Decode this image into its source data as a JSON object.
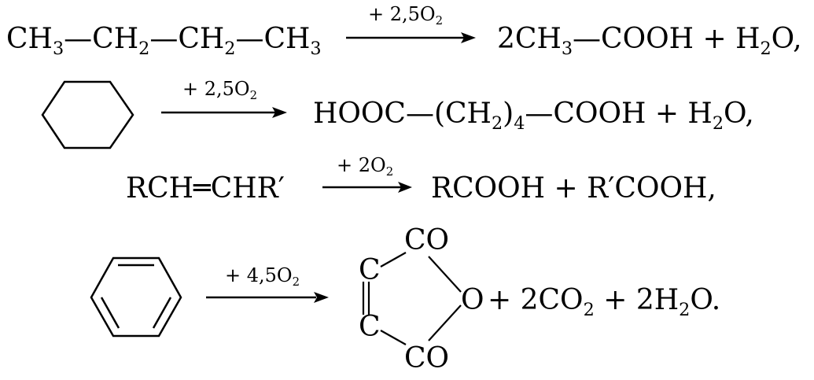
{
  "reactions": [
    {
      "reactant": [
        "CH",
        "3",
        "—CH",
        "2",
        "—CH",
        "2",
        "—CH",
        "3"
      ],
      "oxidant": [
        "+ 2,5O",
        "2"
      ],
      "product": [
        "2CH",
        "3",
        "—COOH + H",
        "2",
        "O,"
      ]
    },
    {
      "reactant_icon": "cyclohexane-ring",
      "oxidant": [
        "+ 2,5O",
        "2"
      ],
      "product": [
        "HOOC—(CH",
        "2",
        ")",
        "4",
        "—COOH + H",
        "2",
        "O,"
      ]
    },
    {
      "reactant": [
        "RCH═CHR′"
      ],
      "oxidant": [
        "+ 2O",
        "2"
      ],
      "product": [
        "RCOOH + R′COOH,"
      ]
    },
    {
      "reactant_icon": "benzene-ring",
      "oxidant": [
        "+ 4,5O",
        "2"
      ],
      "product_structure": {
        "icon": "maleic-anhydride-ring",
        "top_co": "CO",
        "bottom_co": "CO",
        "top_c": "C",
        "bottom_c": "C",
        "ring_o": "O"
      },
      "product_tail": [
        "+ 2CO",
        "2",
        " + 2H",
        "2",
        "O."
      ]
    }
  ]
}
